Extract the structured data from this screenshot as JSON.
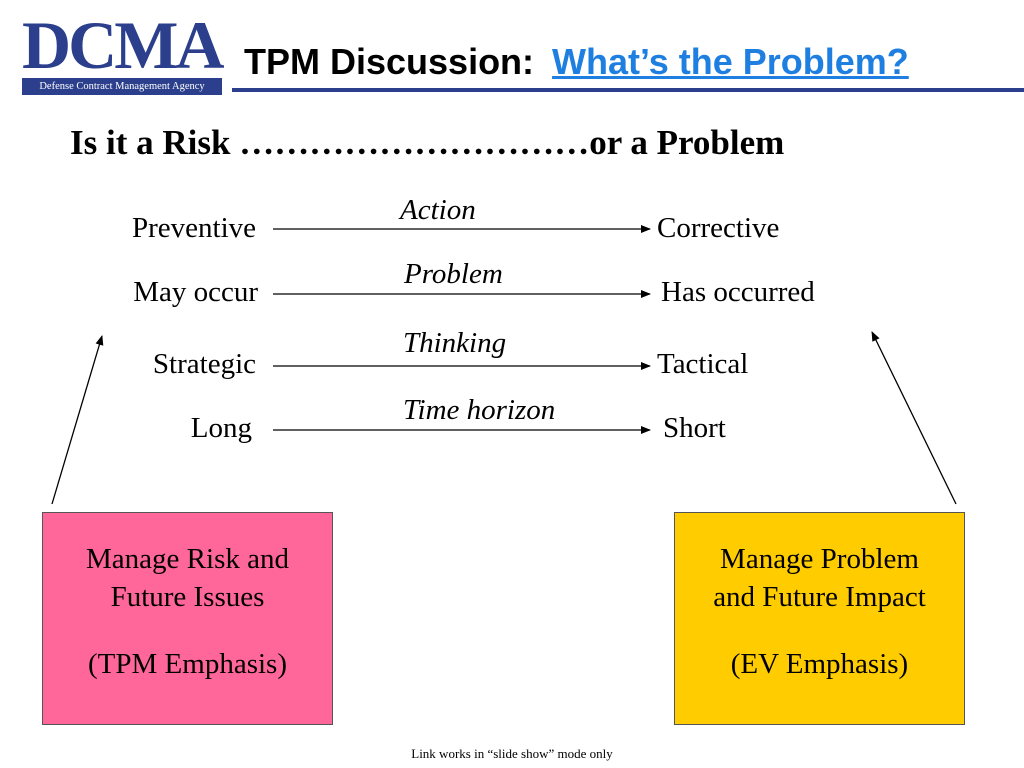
{
  "header": {
    "logo": {
      "letters": "DCMA",
      "agency_name": "Defense Contract Management Agency"
    },
    "title_prefix": "TPM Discussion:",
    "title_link": "What’s the Problem?",
    "colors": {
      "brand": "#2b3f8c",
      "link": "#1f7fe0"
    }
  },
  "subtitle": "Is it a Risk …………………………or a Problem",
  "rows": [
    {
      "left": "Preventive",
      "middle": "Action",
      "right": "Corrective"
    },
    {
      "left": "May occur",
      "middle": "Problem",
      "right": "Has occurred"
    },
    {
      "left": "Strategic",
      "middle": "Thinking",
      "right": "Tactical"
    },
    {
      "left": "Long",
      "middle": "Time horizon",
      "right": "Short"
    }
  ],
  "boxes": {
    "risk": {
      "line1": "Manage Risk and",
      "line2": "Future Issues",
      "emphasis": "(TPM Emphasis)",
      "color": "#ff6699"
    },
    "problem": {
      "line1": "Manage Problem",
      "line2": "and Future Impact",
      "emphasis": "(EV Emphasis)",
      "color": "#ffcc00"
    }
  },
  "footnote": "Link works in “slide show” mode only"
}
